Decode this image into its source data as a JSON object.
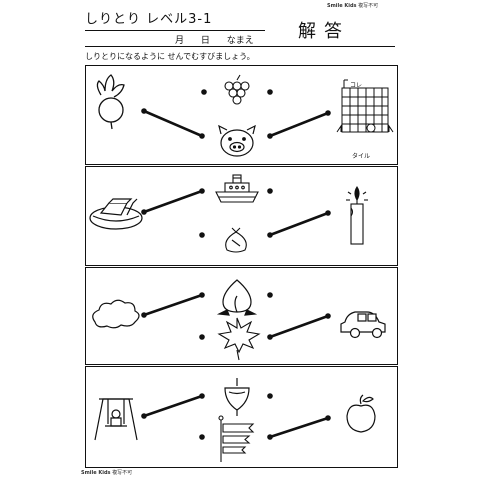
{
  "header": {
    "brand_top": "Smile Kids",
    "brand_top_note": "複写不可",
    "title": "しりとり レベル3-1",
    "month_label": "月",
    "day_label": "日",
    "name_label": "なまえ",
    "answer_label": "解答",
    "instruction": "しりとりになるように せんでむすびましょう。"
  },
  "rows": [
    {
      "left": {
        "name": "daikon-radish-icon"
      },
      "middle_top": {
        "name": "grapes-icon"
      },
      "middle_bottom": {
        "name": "pig-face-icon"
      },
      "right": {
        "name": "tile-wall-icon",
        "top_label": "コレ",
        "caption": "タイル"
      }
    },
    {
      "left": {
        "name": "mochi-basket-icon"
      },
      "middle_top": {
        "name": "ship-icon"
      },
      "middle_bottom": {
        "name": "money-bag-icon"
      },
      "right": {
        "name": "candle-icon"
      }
    },
    {
      "left": {
        "name": "cloud-icon"
      },
      "middle_top": {
        "name": "peach-icon"
      },
      "middle_bottom": {
        "name": "maple-leaf-icon"
      },
      "right": {
        "name": "car-icon"
      }
    },
    {
      "left": {
        "name": "swing-icon"
      },
      "middle_top": {
        "name": "spinning-top-icon"
      },
      "middle_bottom": {
        "name": "carp-streamer-icon"
      },
      "right": {
        "name": "apple-icon"
      }
    }
  ],
  "footer": {
    "brand_bottom": "Smile Kids",
    "brand_bottom_note": "複写不可"
  }
}
